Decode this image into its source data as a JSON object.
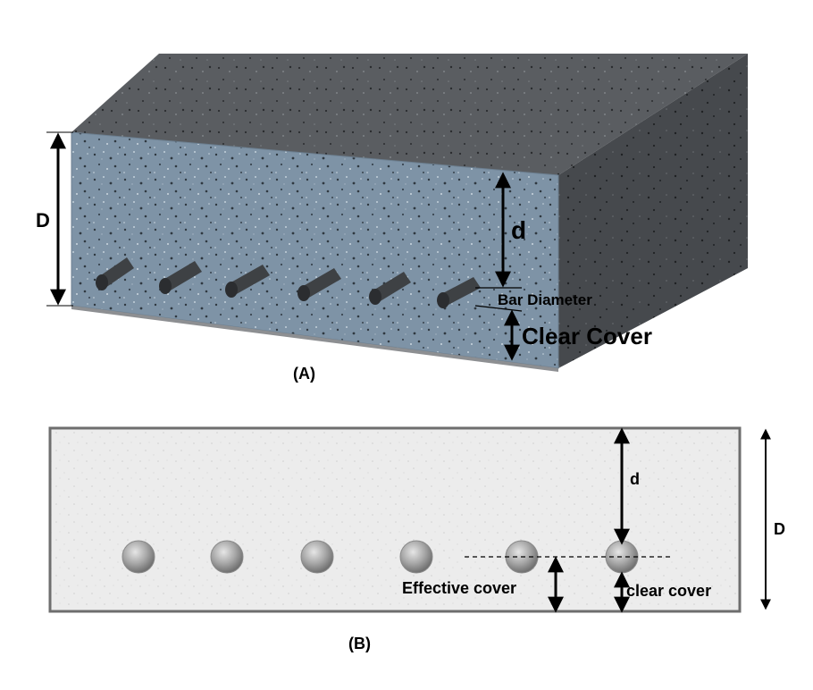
{
  "figure_a": {
    "caption": "(A)",
    "label_D": "D",
    "label_d": "d",
    "label_bar_diameter": "Bar Diameter",
    "label_clear_cover": "Clear Cover",
    "bar_count": 6
  },
  "figure_b": {
    "caption": "(B)",
    "label_d": "d",
    "label_D": "D",
    "label_effective_cover": "Effective cover",
    "label_clear_cover": "clear cover",
    "bar_count": 6
  },
  "colors": {
    "slab_front": "#7e93a6",
    "slab_top": "#595c60",
    "slab_side": "#45484c",
    "rebar": "#3e4144",
    "section_fill": "#ececec",
    "section_border": "#6e6e6e",
    "rebar_section": "#9a9a9a"
  }
}
